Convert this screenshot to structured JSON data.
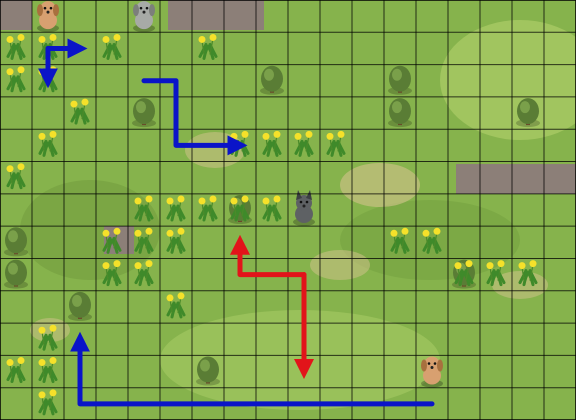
{
  "colors": {
    "grass": "#86b34c",
    "grass_light": "#a7c964",
    "grass_dark": "#6f9a3c",
    "path_stone": "#8c7f78",
    "dirt": "#c8c083",
    "gridline": "#000000",
    "blue_arrow": "#0a14c8",
    "red_arrow": "#e2141a",
    "dandelion_flower": "#f5e12a",
    "dandelion_leaf": "#3f8a2a",
    "tree": "#5a7d35",
    "dog_fur": "#d8a070",
    "grey_dog_fur": "#a7aaa6",
    "wolf_fur": "#5e6164"
  },
  "grid": {
    "cols": 18,
    "rows": 13
  },
  "entities": [
    {
      "kind": "dog",
      "icon": "tan-dog-icon",
      "col": 1,
      "row": 0
    },
    {
      "kind": "grey-dog",
      "icon": "grey-dog-icon",
      "col": 4,
      "row": 0
    },
    {
      "kind": "wolf",
      "icon": "wolf-icon",
      "col": 9,
      "row": 6
    },
    {
      "kind": "dog",
      "icon": "tan-dog-icon",
      "col": 13,
      "row": 11
    }
  ],
  "dandelions": [
    [
      0,
      1
    ],
    [
      1,
      1
    ],
    [
      3,
      1
    ],
    [
      6,
      1
    ],
    [
      0,
      2
    ],
    [
      1,
      2
    ],
    [
      2,
      3
    ],
    [
      1,
      4
    ],
    [
      7,
      4
    ],
    [
      8,
      4
    ],
    [
      9,
      4
    ],
    [
      10,
      4
    ],
    [
      0,
      5
    ],
    [
      4,
      6
    ],
    [
      5,
      6
    ],
    [
      6,
      6
    ],
    [
      7,
      6
    ],
    [
      8,
      6
    ],
    [
      3,
      7
    ],
    [
      4,
      7
    ],
    [
      5,
      7
    ],
    [
      12,
      7
    ],
    [
      13,
      7
    ],
    [
      3,
      8
    ],
    [
      4,
      8
    ],
    [
      14,
      8
    ],
    [
      15,
      8
    ],
    [
      16,
      8
    ],
    [
      5,
      9
    ],
    [
      1,
      10
    ],
    [
      0,
      11
    ],
    [
      1,
      11
    ],
    [
      1,
      12
    ]
  ],
  "trees": [
    [
      8,
      2
    ],
    [
      12,
      2
    ],
    [
      4,
      3
    ],
    [
      12,
      3
    ],
    [
      16,
      3
    ],
    [
      7,
      6
    ],
    [
      0,
      7
    ],
    [
      0,
      8
    ],
    [
      14,
      8
    ],
    [
      2,
      9
    ],
    [
      6,
      11
    ]
  ],
  "paths": [
    {
      "color": "blue",
      "cells": [
        [
          1,
          1
        ],
        [
          2,
          1
        ]
      ]
    },
    {
      "color": "blue",
      "cells": [
        [
          1,
          1
        ],
        [
          1,
          2
        ]
      ]
    },
    {
      "color": "blue",
      "cells": [
        [
          4,
          2
        ],
        [
          5,
          2
        ],
        [
          5,
          3
        ],
        [
          5,
          4
        ],
        [
          6,
          4
        ],
        [
          7,
          4
        ]
      ]
    },
    {
      "color": "red",
      "cells": [
        [
          9,
          8
        ],
        [
          7,
          8
        ],
        [
          7,
          7
        ]
      ]
    },
    {
      "color": "red",
      "cells": [
        [
          9,
          8
        ],
        [
          9,
          11
        ]
      ]
    },
    {
      "color": "blue",
      "cells": [
        [
          13,
          12
        ],
        [
          6,
          12
        ],
        [
          2,
          12
        ],
        [
          2,
          10
        ]
      ]
    }
  ]
}
